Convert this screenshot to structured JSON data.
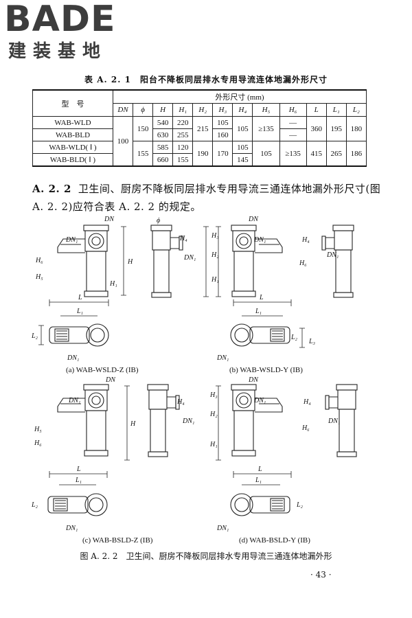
{
  "logo": {
    "brand": "BADE",
    "brand_cn": "建装基地"
  },
  "table": {
    "caption": "表 A. 2. 1　阳台不降板同层排水专用导流连体地漏外形尺寸",
    "model_header": "型　号",
    "group_header": "外形尺寸 (mm)",
    "columns": [
      "DN",
      "ϕ",
      "H",
      "H₁",
      "H₂",
      "H₃",
      "H₄",
      "H₅",
      "H₆",
      "L",
      "L₁",
      "L₂"
    ],
    "rows": [
      {
        "model": "WAB-WLD",
        "phi": "150",
        "H": "540",
        "H1": "220",
        "H2": "215",
        "H3": "105",
        "H4": "105",
        "H5": "≥135",
        "H6": "—",
        "L": "360",
        "L1": "195",
        "L2": "180"
      },
      {
        "model": "WAB-BLD",
        "H": "630",
        "H1": "255",
        "H3": "160",
        "H6": "—"
      },
      {
        "model": "WAB-WLD( Ⅰ )",
        "phi": "155",
        "H": "585",
        "H1": "120",
        "H2": "190",
        "H3": "170",
        "H4": "105",
        "H5": "105",
        "H6": "≥135",
        "L": "415",
        "L1": "265",
        "L2": "186"
      },
      {
        "model": "WAB-BLD( Ⅰ )",
        "H": "660",
        "H1": "155",
        "H4": "145"
      }
    ],
    "dn_value": "100"
  },
  "section": {
    "number": "A. 2. 2",
    "text": "卫生间、厨房不降板同层排水专用导流三通连体地漏外形尺寸(图 A. 2. 2)应符合表 A. 2. 2 的规定。"
  },
  "figure": {
    "labels": [
      "DN",
      "DN₁",
      "ϕ",
      "H",
      "H₁",
      "H₂",
      "H₃",
      "H₄",
      "H₅",
      "H₆",
      "L",
      "L₁",
      "L₂",
      "L₃"
    ],
    "subcaptions": [
      "(a) WAB-WSLD-Z (IB)",
      "(b) WAB-WSLD-Y (IB)",
      "(c) WAB-BSLD-Z (IB)",
      "(d) WAB-BSLD-Y (IB)"
    ],
    "caption": "图 A. 2. 2　卫生间、厨房不降板同层排水专用导流三通连体地漏外形"
  },
  "page_number": "· 43 ·"
}
